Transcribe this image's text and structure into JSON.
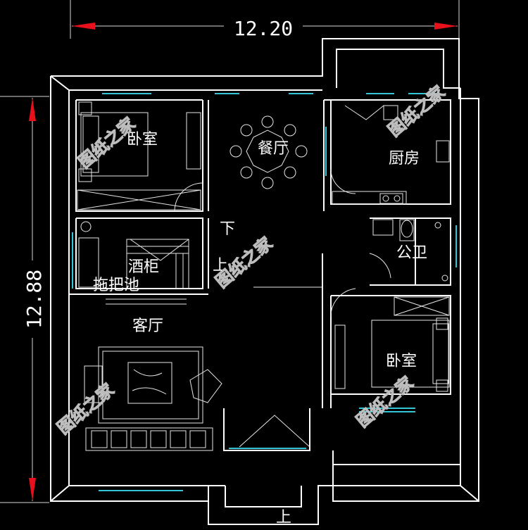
{
  "dimensions": {
    "width": "12.20",
    "height": "12.88"
  },
  "rooms": {
    "bedroom_nw": "卧室",
    "dining": "餐厅",
    "kitchen": "厨房",
    "down": "下",
    "up_stair": "上",
    "wine_cabinet": "酒柜",
    "mop_sink": "拖把池",
    "bathroom": "公卫",
    "living_room": "客厅",
    "bedroom_se": "卧室",
    "entrance_up": "上"
  },
  "watermark": "图纸之家",
  "colors": {
    "wall": "#ffffff",
    "window": "#34c6d8",
    "dim_arrow": "#e8101a",
    "background": "#000000"
  }
}
